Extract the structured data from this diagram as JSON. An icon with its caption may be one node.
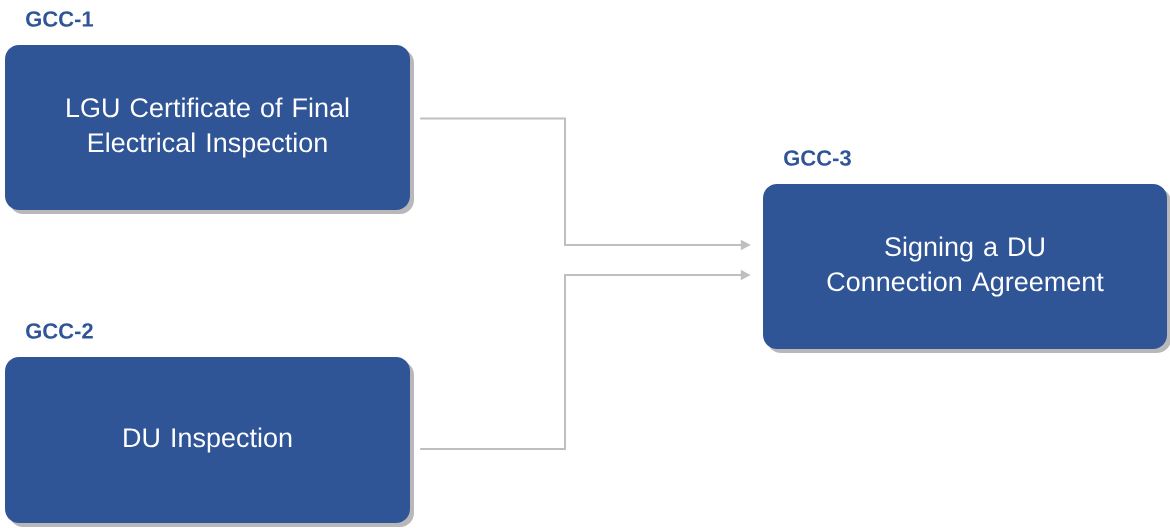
{
  "diagram": {
    "nodes": [
      {
        "text": [
          "GCC-1",
          "LGU Certificate of Final Electrical Inspection"
        ]
      },
      {
        "text": [
          "GCC-2",
          "DU Inspection"
        ]
      },
      {
        "text": [
          "GCC-3",
          "Signing a DU Connection Agreement"
        ]
      }
    ],
    "edges": [
      {
        "from": 0,
        "to": 2,
        "arrow": "to"
      },
      {
        "from": 1,
        "to": 2,
        "arrow": "to"
      }
    ]
  }
}
